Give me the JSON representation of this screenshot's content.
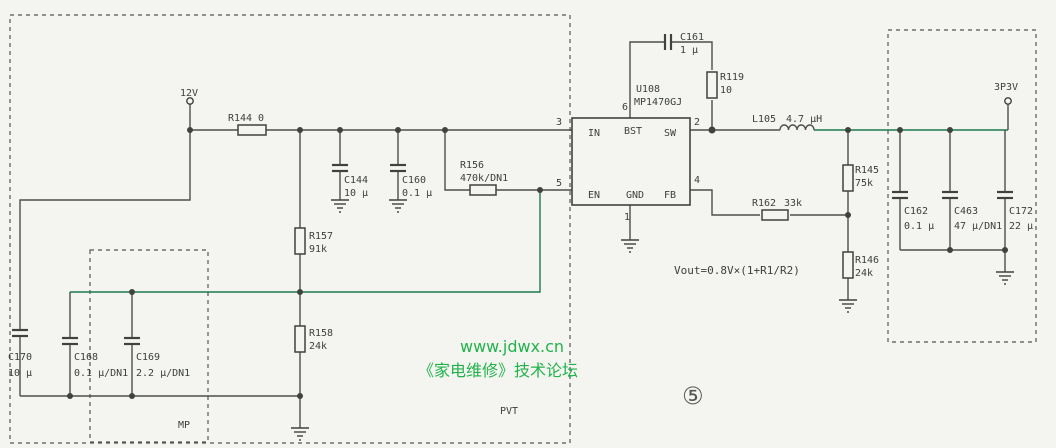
{
  "nets": {
    "vin": "12V",
    "vout": "3P3V"
  },
  "regions": {
    "mp": "MP",
    "pvt": "PVT"
  },
  "ic": {
    "ref": "U108",
    "part": "MP1470GJ",
    "pins": {
      "in": "IN",
      "bst": "BST",
      "sw": "SW",
      "en": "EN",
      "gnd": "GND",
      "fb": "FB"
    },
    "pin_numbers": {
      "in": "3",
      "bst": "6",
      "sw": "2",
      "en": "5",
      "gnd": "1",
      "fb": "4"
    }
  },
  "components": {
    "r144": {
      "ref": "R144",
      "value": "0"
    },
    "r156": {
      "ref": "R156",
      "value": "470k/DN1"
    },
    "r157": {
      "ref": "R157",
      "value": "91k"
    },
    "r158": {
      "ref": "R158",
      "value": "24k"
    },
    "r119": {
      "ref": "R119",
      "value": "10"
    },
    "r145": {
      "ref": "R145",
      "value": "75k"
    },
    "r146": {
      "ref": "R146",
      "value": "24k"
    },
    "r162": {
      "ref": "R162",
      "value": "33k"
    },
    "c144": {
      "ref": "C144",
      "value": "10 μ"
    },
    "c160": {
      "ref": "C160",
      "value": "0.1 μ"
    },
    "c161": {
      "ref": "C161",
      "value": "1 μ"
    },
    "c162": {
      "ref": "C162",
      "value": "0.1 μ"
    },
    "c463": {
      "ref": "C463",
      "value": "47 μ/DN1"
    },
    "c172": {
      "ref": "C172",
      "value": "22 μ"
    },
    "c170": {
      "ref": "C170",
      "value": "10 μ"
    },
    "c168": {
      "ref": "C168",
      "value": "0.1 μ/DN1"
    },
    "c169": {
      "ref": "C169",
      "value": "2.2 μ/DN1"
    },
    "l105": {
      "ref": "L105",
      "value": "4.7 μH"
    }
  },
  "formula": "Vout=0.8V×(1+R1/R2)",
  "watermark": {
    "url": "www.jdwx.cn",
    "forum": "《家电维修》技术论坛"
  },
  "figure_number": "⑤",
  "colors": {
    "wire": "#4b4e4b",
    "green_wire": "#1d7a4d",
    "watermark": "#22b24c",
    "background": "#f4f5f0"
  }
}
